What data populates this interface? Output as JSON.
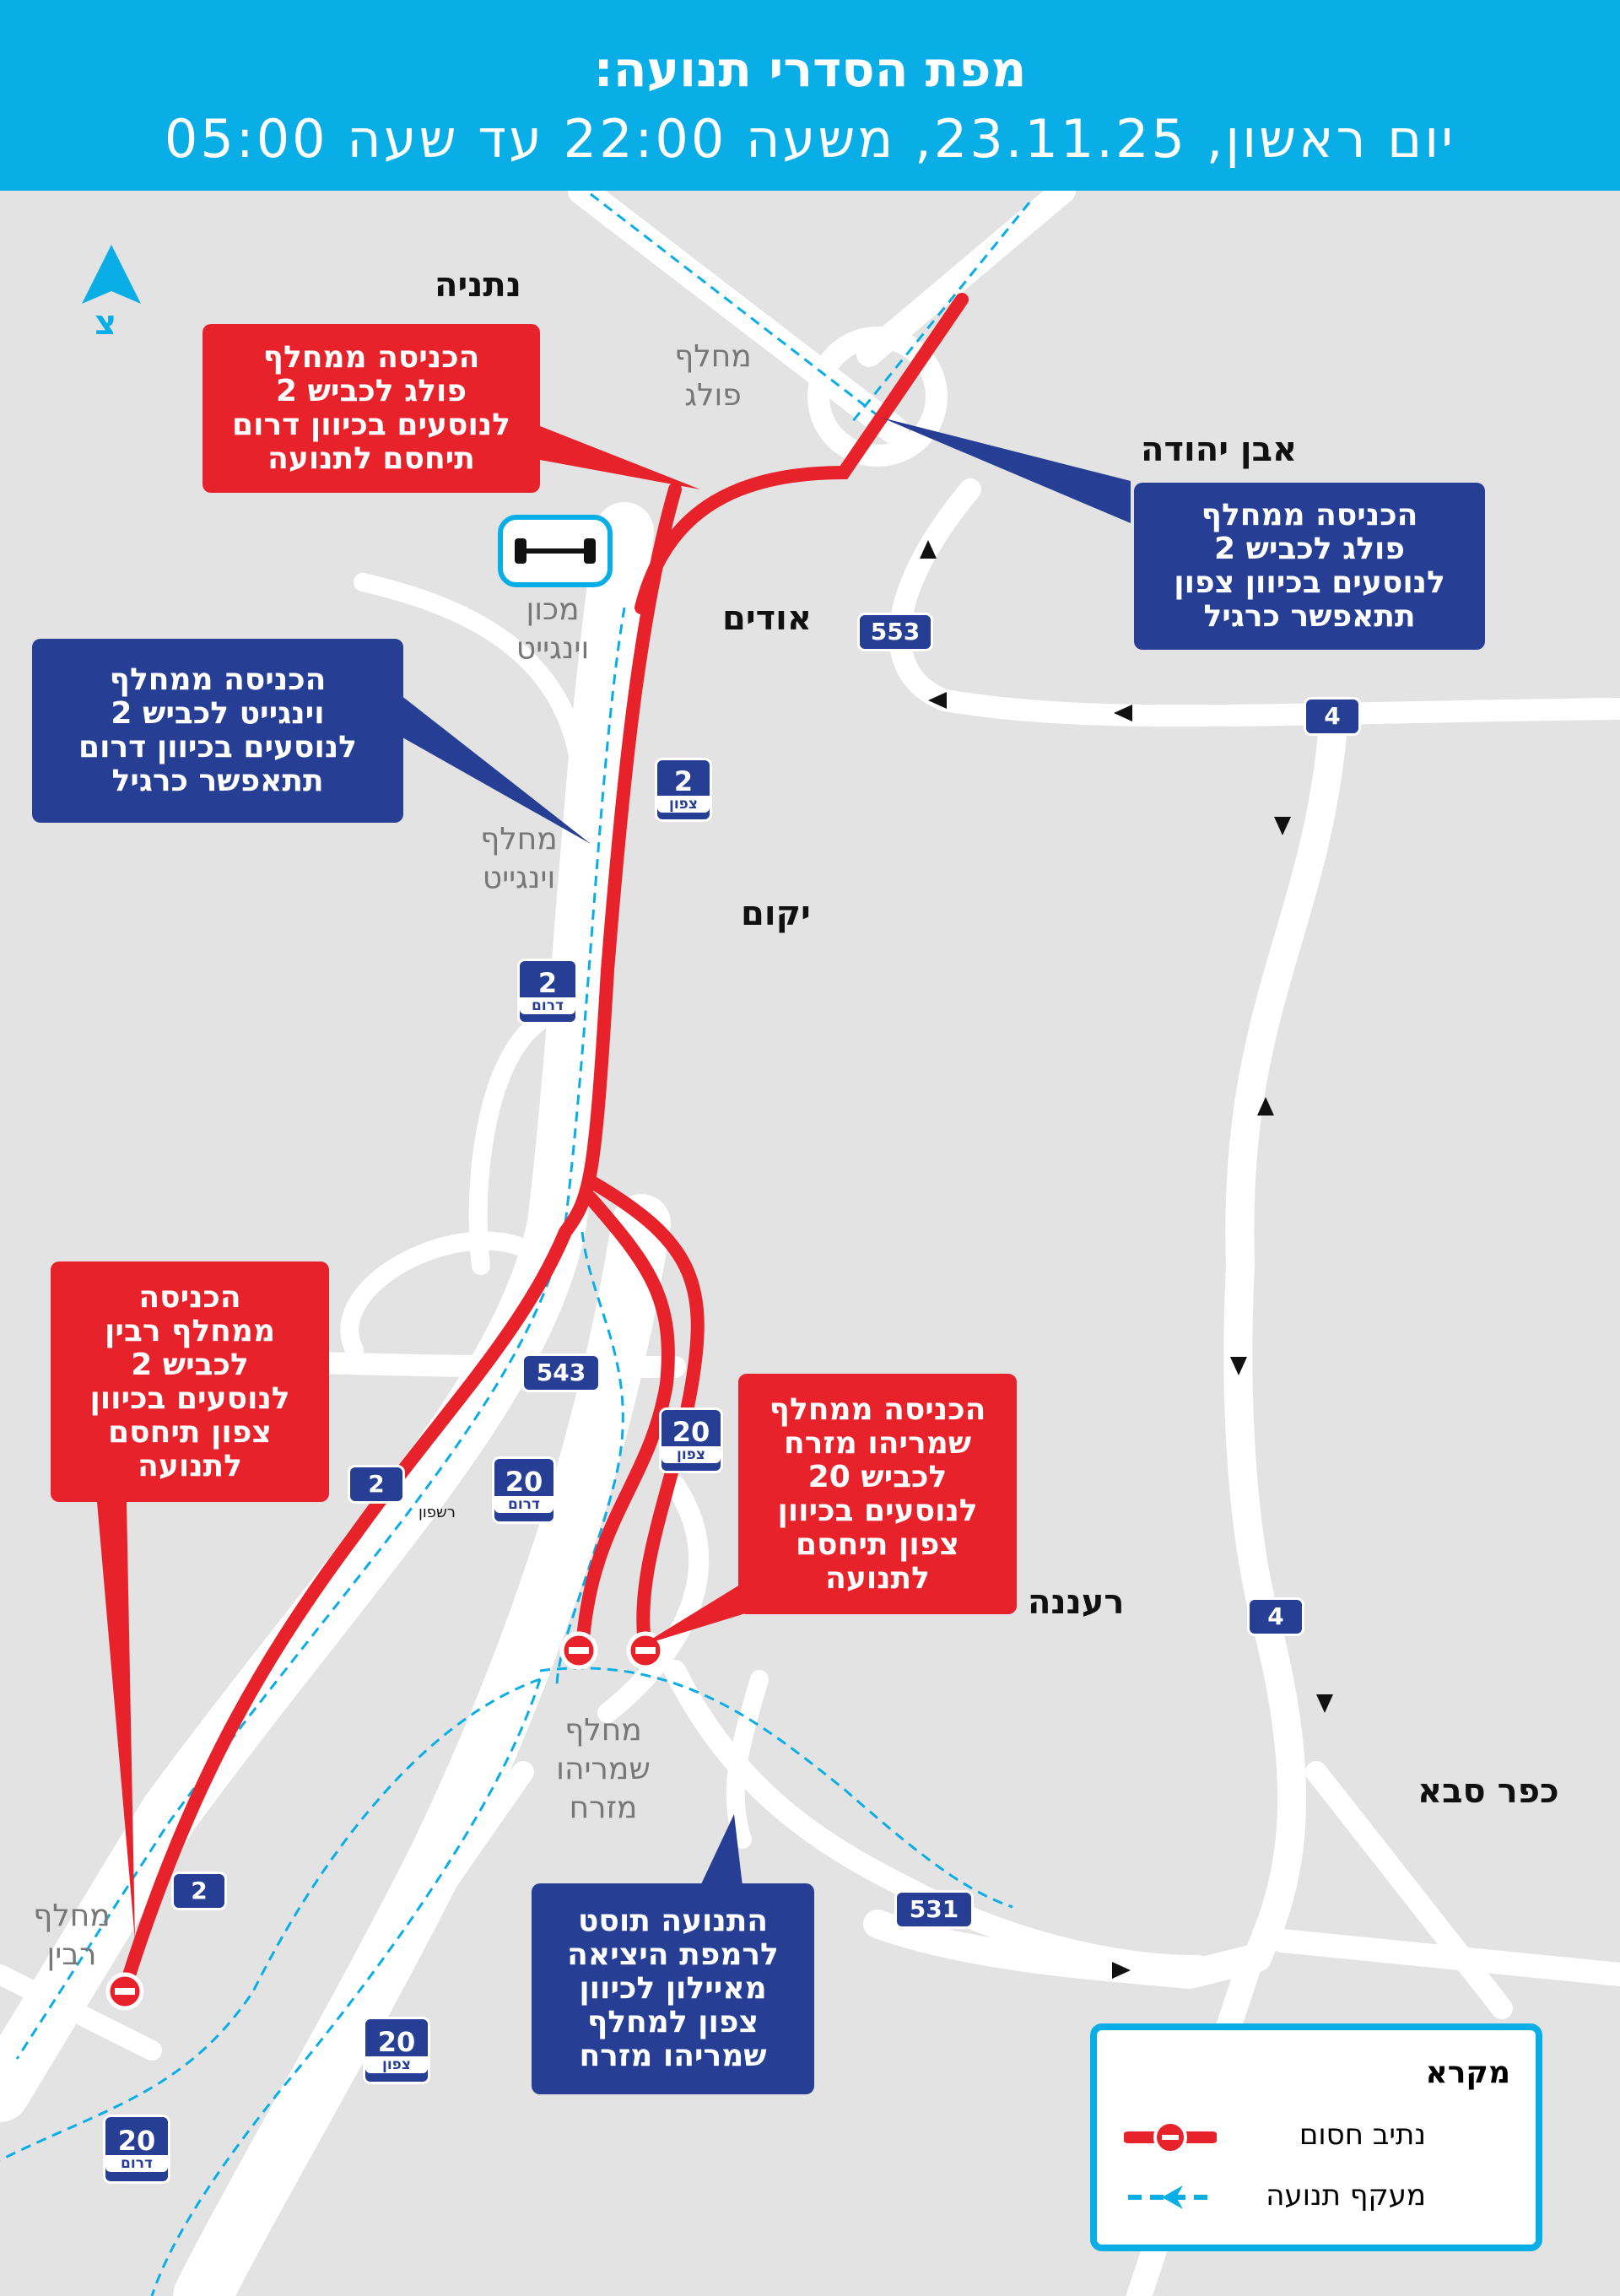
{
  "header": {
    "title": "מפת הסדרי תנועה:",
    "subtitle": "יום ראשון, 23.11.25, משעה 22:00 עד שעה 05:00"
  },
  "colors": {
    "accent": "#0aaee6",
    "closed": "#e8222a",
    "callout_blue": "#263f95",
    "road": "#ffffff",
    "background": "#e3e3e3"
  },
  "north": {
    "label": "צ",
    "icon": "north-arrow-icon"
  },
  "places": {
    "netanya": "נתניה",
    "even_yehuda": "אבן יהודה",
    "odim": "אודים",
    "yakum": "יקום",
    "raanana": "רעננה",
    "kfar_saba": "כפר סבא"
  },
  "interchanges": {
    "poleg": "מחלף\nפולג",
    "wingate_institute": "מכון\nוינגייט",
    "wingate": "מחלף\nוינגייט",
    "shmaryahu_east": "מחלף\nשמריהו\nמזרח",
    "rabin": "מחלף\nרבין"
  },
  "callouts": {
    "poleg_south": "הכניסה ממחלף\nפולג לכביש 2\nלנוסעים בכיוון דרום\nתיחסם לתנועה",
    "poleg_north": "הכניסה ממחלף\nפולג לכביש 2\nלנוסעים בכיוון צפון\nתתאפשר כרגיל",
    "wingate_south": "הכניסה ממחלף\nוינגייט לכביש 2\nלנוסעים בכיוון דרום\nתתאפשר כרגיל",
    "rabin_north": "הכניסה\nממחלף רבין\nלכביש 2\nלנוסעים בכיוון\nצפון תיחסם\nלתנועה",
    "shmaryahu_20": "הכניסה ממחלף\nשמריהו מזרח\nלכביש 20\nלנוסעים בכיוון\nצפון תיחסם\nלתנועה",
    "detour": "התנועה תוסט\nלרמפת היציאה\nמאיילון לכיוון\nצפון למחלף\nשמריהו מזרח"
  },
  "shields": {
    "r553": "553",
    "r4a": "4",
    "r4b": "4",
    "r2_north": {
      "num": "2",
      "sub": "צפון"
    },
    "r2_south": {
      "num": "2",
      "sub": "דרום"
    },
    "r543": "543",
    "r20_north_a": {
      "num": "20",
      "sub": "צפון"
    },
    "r20_south_a": {
      "num": "20",
      "sub": "דרום"
    },
    "r2_mid": "2",
    "r2_low": "2",
    "r531": "531",
    "r20_north_b": {
      "num": "20",
      "sub": "צפון"
    },
    "r20_south_b": {
      "num": "20",
      "sub": "דרום"
    },
    "rishpon_small": "רשפון"
  },
  "legend": {
    "title": "מקרא",
    "closed_lane": "נתיב חסום",
    "detour": "מעקף תנועה"
  }
}
